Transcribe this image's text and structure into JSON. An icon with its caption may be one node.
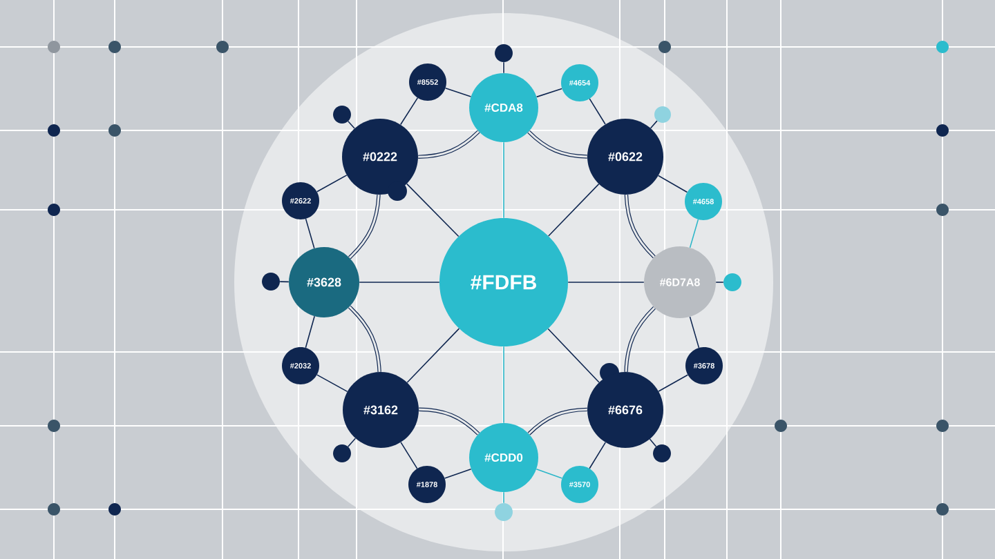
{
  "diagram": {
    "nodes": [
      {
        "text": [],
        "shape": "circle"
      },
      {
        "text": [
          "#8552"
        ]
      },
      {
        "text": [
          "#4654"
        ]
      },
      {
        "text": [
          "#CDA8"
        ]
      },
      {
        "text": [],
        "shape": "circle"
      },
      {
        "text": [],
        "shape": "circle"
      },
      {
        "text": [
          "#0222"
        ]
      },
      {
        "text": [
          "#0622"
        ]
      },
      {
        "text": [],
        "shape": "circle"
      },
      {
        "text": [
          "#2622"
        ]
      },
      {
        "text": [
          "#4658"
        ]
      },
      {
        "text": [],
        "shape": "circle"
      },
      {
        "text": [
          "#3628"
        ]
      },
      {
        "text": [
          "#FDFB"
        ]
      },
      {
        "text": [
          "#6D7A8"
        ]
      },
      {
        "text": [],
        "shape": "circle"
      },
      {
        "text": [
          "#2032"
        ]
      },
      {
        "text": [
          "#3678"
        ]
      },
      {
        "text": [],
        "shape": "circle"
      },
      {
        "text": [
          "#3162"
        ]
      },
      {
        "text": [
          "#6676"
        ]
      },
      {
        "text": [],
        "shape": "circle"
      },
      {
        "text": [],
        "shape": "circle"
      },
      {
        "text": [
          "#CDD0"
        ]
      },
      {
        "text": [
          "#1878"
        ]
      },
      {
        "text": [
          "#3570"
        ]
      },
      {
        "text": [],
        "shape": "circle"
      }
    ],
    "edges": [
      {
        "from": 13,
        "to": 3,
        "arrow": "none",
        "color": "#2bb6c8"
      },
      {
        "from": 13,
        "to": 6,
        "arrow": "none"
      },
      {
        "from": 13,
        "to": 7,
        "arrow": "none"
      },
      {
        "from": 13,
        "to": 12,
        "arrow": "none"
      },
      {
        "from": 13,
        "to": 14,
        "arrow": "none"
      },
      {
        "from": 13,
        "to": 19,
        "arrow": "none"
      },
      {
        "from": 13,
        "to": 20,
        "arrow": "none"
      },
      {
        "from": 13,
        "to": 23,
        "arrow": "none",
        "color": "#2bb6c8"
      },
      {
        "from": 3,
        "to": 7,
        "arrow": "none",
        "style": "thick"
      },
      {
        "from": 7,
        "to": 14,
        "arrow": "none",
        "style": "thick"
      },
      {
        "from": 14,
        "to": 20,
        "arrow": "none",
        "style": "thick"
      },
      {
        "from": 20,
        "to": 23,
        "arrow": "none",
        "style": "thick"
      },
      {
        "from": 23,
        "to": 19,
        "arrow": "none",
        "style": "thick"
      },
      {
        "from": 19,
        "to": 12,
        "arrow": "none",
        "style": "thick"
      },
      {
        "from": 12,
        "to": 6,
        "arrow": "none",
        "style": "thick"
      },
      {
        "from": 6,
        "to": 3,
        "arrow": "none",
        "style": "thick"
      },
      {
        "from": 1,
        "to": 3,
        "arrow": "none"
      },
      {
        "from": 1,
        "to": 6,
        "arrow": "none"
      },
      {
        "from": 2,
        "to": 3,
        "arrow": "none"
      },
      {
        "from": 2,
        "to": 7,
        "arrow": "none"
      },
      {
        "from": 9,
        "to": 6,
        "arrow": "none"
      },
      {
        "from": 9,
        "to": 12,
        "arrow": "none"
      },
      {
        "from": 10,
        "to": 7,
        "arrow": "none"
      },
      {
        "from": 10,
        "to": 14,
        "arrow": "none",
        "color": "#2bb6c8"
      },
      {
        "from": 16,
        "to": 12,
        "arrow": "none"
      },
      {
        "from": 16,
        "to": 19,
        "arrow": "none"
      },
      {
        "from": 17,
        "to": 14,
        "arrow": "none"
      },
      {
        "from": 17,
        "to": 20,
        "arrow": "none"
      },
      {
        "from": 24,
        "to": 19,
        "arrow": "none"
      },
      {
        "from": 24,
        "to": 23,
        "arrow": "none"
      },
      {
        "from": 25,
        "to": 23,
        "arrow": "none",
        "color": "#2bb6c8"
      },
      {
        "from": 25,
        "to": 20,
        "arrow": "none"
      },
      {
        "from": 0,
        "to": 3,
        "arrow": "none"
      },
      {
        "from": 4,
        "to": 6,
        "arrow": "none"
      },
      {
        "from": 5,
        "to": 7,
        "arrow": "none"
      },
      {
        "from": 11,
        "to": 12,
        "arrow": "none"
      },
      {
        "from": 15,
        "to": 14,
        "arrow": "none"
      },
      {
        "from": 21,
        "to": 19,
        "arrow": "none"
      },
      {
        "from": 22,
        "to": 20,
        "arrow": "none"
      },
      {
        "from": 26,
        "to": 23,
        "arrow": "none",
        "color": "#2bb6c8"
      }
    ]
  }
}
